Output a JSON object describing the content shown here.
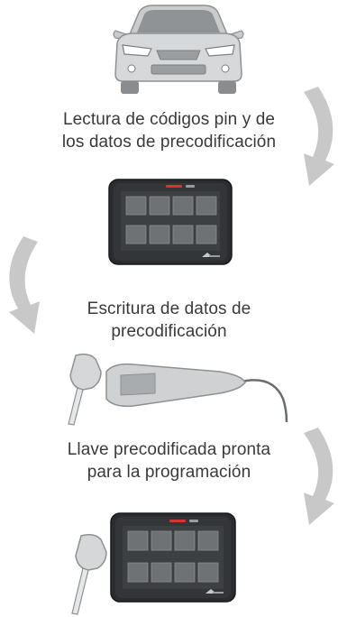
{
  "steps": [
    {
      "image": "car-front",
      "caption": [
        "Lectura de códigos pin y de",
        "los datos de precodificación"
      ],
      "arrow": "right"
    },
    {
      "image": "diagnostic-tablet",
      "caption": [
        "Escritura de datos de",
        "precodificación"
      ],
      "arrow": "left"
    },
    {
      "image": "key-programmer-device",
      "caption": [
        "Llave precodificada pronta",
        "para la programación"
      ],
      "arrow": "right"
    },
    {
      "image": "tablet-with-key"
    }
  ],
  "colors": {
    "text": "#3a3a3a",
    "arrow": "#c8c8c8",
    "car_body": "#d2d4d6",
    "tablet_body": "#2a2c2f",
    "tablet_keys": "#6f7275",
    "accent_red": "#d9342b"
  }
}
